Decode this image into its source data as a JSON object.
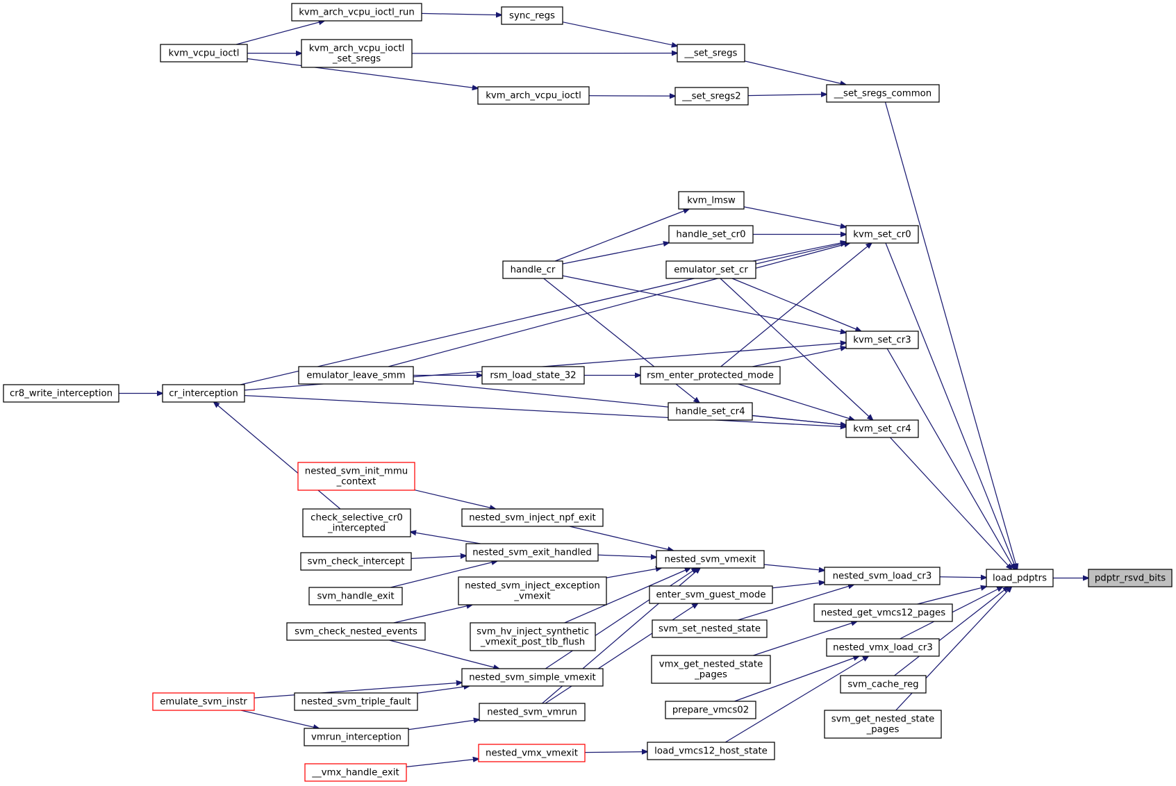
{
  "graph": {
    "colors": {
      "edge": "#191970",
      "border": "#000000",
      "truncated_border": "#ff0000",
      "focus_fill": "#bfbfbf",
      "background": "#ffffff"
    },
    "focus_node": "pdptr_rsvd_bits",
    "nodes": [
      {
        "id": "pdptr_rsvd_bits",
        "lines": [
          "pdptr_rsvd_bits"
        ],
        "style": "focus"
      },
      {
        "id": "load_pdptrs",
        "lines": [
          "load_pdptrs"
        ],
        "style": "normal"
      },
      {
        "id": "__set_sregs_common",
        "lines": [
          "__set_sregs_common"
        ],
        "style": "normal"
      },
      {
        "id": "kvm_set_cr0",
        "lines": [
          "kvm_set_cr0"
        ],
        "style": "normal"
      },
      {
        "id": "kvm_set_cr3",
        "lines": [
          "kvm_set_cr3"
        ],
        "style": "normal"
      },
      {
        "id": "kvm_set_cr4",
        "lines": [
          "kvm_set_cr4"
        ],
        "style": "normal"
      },
      {
        "id": "nested_svm_load_cr3",
        "lines": [
          "nested_svm_load_cr3"
        ],
        "style": "normal"
      },
      {
        "id": "nested_get_vmcs12_pages",
        "lines": [
          "nested_get_vmcs12_pages"
        ],
        "style": "normal"
      },
      {
        "id": "nested_vmx_load_cr3",
        "lines": [
          "nested_vmx_load_cr3"
        ],
        "style": "normal"
      },
      {
        "id": "svm_cache_reg",
        "lines": [
          "svm_cache_reg"
        ],
        "style": "normal"
      },
      {
        "id": "svm_get_nested_state_pages",
        "lines": [
          "svm_get_nested_state",
          "_pages"
        ],
        "style": "normal"
      },
      {
        "id": "__set_sregs",
        "lines": [
          "__set_sregs"
        ],
        "style": "normal"
      },
      {
        "id": "__set_sregs2",
        "lines": [
          "__set_sregs2"
        ],
        "style": "normal"
      },
      {
        "id": "sync_regs",
        "lines": [
          "sync_regs"
        ],
        "style": "normal"
      },
      {
        "id": "kvm_arch_vcpu_ioctl_run",
        "lines": [
          "kvm_arch_vcpu_ioctl_run"
        ],
        "style": "normal"
      },
      {
        "id": "kvm_arch_vcpu_ioctl_set_sregs",
        "lines": [
          "kvm_arch_vcpu_ioctl",
          "_set_sregs"
        ],
        "style": "normal"
      },
      {
        "id": "kvm_arch_vcpu_ioctl",
        "lines": [
          "kvm_arch_vcpu_ioctl"
        ],
        "style": "normal"
      },
      {
        "id": "kvm_vcpu_ioctl",
        "lines": [
          "kvm_vcpu_ioctl"
        ],
        "style": "normal"
      },
      {
        "id": "kvm_lmsw",
        "lines": [
          "kvm_lmsw"
        ],
        "style": "normal"
      },
      {
        "id": "handle_set_cr0",
        "lines": [
          "handle_set_cr0"
        ],
        "style": "normal"
      },
      {
        "id": "emulator_set_cr",
        "lines": [
          "emulator_set_cr"
        ],
        "style": "normal"
      },
      {
        "id": "handle_cr",
        "lines": [
          "handle_cr"
        ],
        "style": "normal"
      },
      {
        "id": "rsm_enter_protected_mode",
        "lines": [
          "rsm_enter_protected_mode"
        ],
        "style": "normal"
      },
      {
        "id": "rsm_load_state_32",
        "lines": [
          "rsm_load_state_32"
        ],
        "style": "normal"
      },
      {
        "id": "emulator_leave_smm",
        "lines": [
          "emulator_leave_smm"
        ],
        "style": "normal"
      },
      {
        "id": "handle_set_cr4",
        "lines": [
          "handle_set_cr4"
        ],
        "style": "normal"
      },
      {
        "id": "cr_interception",
        "lines": [
          "cr_interception"
        ],
        "style": "normal"
      },
      {
        "id": "cr8_write_interception",
        "lines": [
          "cr8_write_interception"
        ],
        "style": "normal"
      },
      {
        "id": "check_selective_cr0_intercepted",
        "lines": [
          "check_selective_cr0",
          "_intercepted"
        ],
        "style": "normal"
      },
      {
        "id": "nested_svm_init_mmu_context",
        "lines": [
          "nested_svm_init_mmu",
          "_context"
        ],
        "style": "red"
      },
      {
        "id": "nested_svm_inject_npf_exit",
        "lines": [
          "nested_svm_inject_npf_exit"
        ],
        "style": "normal"
      },
      {
        "id": "nested_svm_exit_handled",
        "lines": [
          "nested_svm_exit_handled"
        ],
        "style": "normal"
      },
      {
        "id": "svm_check_intercept",
        "lines": [
          "svm_check_intercept"
        ],
        "style": "normal"
      },
      {
        "id": "svm_handle_exit",
        "lines": [
          "svm_handle_exit"
        ],
        "style": "normal"
      },
      {
        "id": "nested_svm_vmexit",
        "lines": [
          "nested_svm_vmexit"
        ],
        "style": "normal"
      },
      {
        "id": "nested_svm_inject_exception_vmexit",
        "lines": [
          "nested_svm_inject_exception",
          "_vmexit"
        ],
        "style": "normal"
      },
      {
        "id": "svm_check_nested_events",
        "lines": [
          "svm_check_nested_events"
        ],
        "style": "normal"
      },
      {
        "id": "svm_hv_inject_synthetic_vmexit_post_tlb_flush",
        "lines": [
          "svm_hv_inject_synthetic",
          "_vmexit_post_tlb_flush"
        ],
        "style": "normal"
      },
      {
        "id": "nested_svm_simple_vmexit",
        "lines": [
          "nested_svm_simple_vmexit"
        ],
        "style": "normal"
      },
      {
        "id": "emulate_svm_instr",
        "lines": [
          "emulate_svm_instr"
        ],
        "style": "red"
      },
      {
        "id": "nested_svm_triple_fault",
        "lines": [
          "nested_svm_triple_fault"
        ],
        "style": "normal"
      },
      {
        "id": "nested_svm_vmrun",
        "lines": [
          "nested_svm_vmrun"
        ],
        "style": "normal"
      },
      {
        "id": "vmrun_interception",
        "lines": [
          "vmrun_interception"
        ],
        "style": "normal"
      },
      {
        "id": "enter_svm_guest_mode",
        "lines": [
          "enter_svm_guest_mode"
        ],
        "style": "normal"
      },
      {
        "id": "svm_set_nested_state",
        "lines": [
          "svm_set_nested_state"
        ],
        "style": "normal"
      },
      {
        "id": "vmx_get_nested_state_pages",
        "lines": [
          "vmx_get_nested_state",
          "_pages"
        ],
        "style": "normal"
      },
      {
        "id": "prepare_vmcs02",
        "lines": [
          "prepare_vmcs02"
        ],
        "style": "normal"
      },
      {
        "id": "load_vmcs12_host_state",
        "lines": [
          "load_vmcs12_host_state"
        ],
        "style": "normal"
      },
      {
        "id": "nested_vmx_vmexit",
        "lines": [
          "nested_vmx_vmexit"
        ],
        "style": "red"
      },
      {
        "id": "__vmx_handle_exit",
        "lines": [
          "__vmx_handle_exit"
        ],
        "style": "red"
      }
    ],
    "edges": [
      [
        "load_pdptrs",
        "pdptr_rsvd_bits"
      ],
      [
        "__set_sregs_common",
        "load_pdptrs"
      ],
      [
        "kvm_set_cr0",
        "load_pdptrs"
      ],
      [
        "kvm_set_cr3",
        "load_pdptrs"
      ],
      [
        "kvm_set_cr4",
        "load_pdptrs"
      ],
      [
        "nested_svm_load_cr3",
        "load_pdptrs"
      ],
      [
        "nested_get_vmcs12_pages",
        "load_pdptrs"
      ],
      [
        "nested_vmx_load_cr3",
        "load_pdptrs"
      ],
      [
        "svm_cache_reg",
        "load_pdptrs"
      ],
      [
        "svm_get_nested_state_pages",
        "load_pdptrs"
      ],
      [
        "__set_sregs",
        "__set_sregs_common"
      ],
      [
        "__set_sregs2",
        "__set_sregs_common"
      ],
      [
        "sync_regs",
        "__set_sregs"
      ],
      [
        "kvm_arch_vcpu_ioctl_set_sregs",
        "__set_sregs"
      ],
      [
        "kvm_arch_vcpu_ioctl_run",
        "sync_regs"
      ],
      [
        "kvm_vcpu_ioctl",
        "kvm_arch_vcpu_ioctl_run"
      ],
      [
        "kvm_vcpu_ioctl",
        "kvm_arch_vcpu_ioctl_set_sregs"
      ],
      [
        "kvm_vcpu_ioctl",
        "kvm_arch_vcpu_ioctl"
      ],
      [
        "kvm_arch_vcpu_ioctl",
        "__set_sregs2"
      ],
      [
        "kvm_lmsw",
        "kvm_set_cr0"
      ],
      [
        "handle_set_cr0",
        "kvm_set_cr0"
      ],
      [
        "emulator_set_cr",
        "kvm_set_cr0"
      ],
      [
        "rsm_enter_protected_mode",
        "kvm_set_cr0"
      ],
      [
        "cr_interception",
        "kvm_set_cr0"
      ],
      [
        "emulator_leave_smm",
        "kvm_set_cr0"
      ],
      [
        "handle_cr",
        "kvm_lmsw"
      ],
      [
        "handle_cr",
        "handle_set_cr0"
      ],
      [
        "handle_cr",
        "kvm_set_cr3"
      ],
      [
        "handle_cr",
        "handle_set_cr4"
      ],
      [
        "emulator_set_cr",
        "kvm_set_cr3"
      ],
      [
        "emulator_set_cr",
        "kvm_set_cr4"
      ],
      [
        "rsm_enter_protected_mode",
        "kvm_set_cr3"
      ],
      [
        "rsm_enter_protected_mode",
        "kvm_set_cr4"
      ],
      [
        "cr_interception",
        "kvm_set_cr3"
      ],
      [
        "cr_interception",
        "kvm_set_cr4"
      ],
      [
        "emulator_leave_smm",
        "rsm_load_state_32"
      ],
      [
        "emulator_leave_smm",
        "kvm_set_cr4"
      ],
      [
        "rsm_load_state_32",
        "rsm_enter_protected_mode"
      ],
      [
        "handle_set_cr4",
        "kvm_set_cr4"
      ],
      [
        "cr8_write_interception",
        "cr_interception"
      ],
      [
        "check_selective_cr0_intercepted",
        "cr_interception"
      ],
      [
        "nested_svm_exit_handled",
        "check_selective_cr0_intercepted"
      ],
      [
        "nested_svm_init_mmu_context",
        "nested_svm_inject_npf_exit"
      ],
      [
        "nested_svm_inject_npf_exit",
        "nested_svm_vmexit"
      ],
      [
        "nested_svm_exit_handled",
        "nested_svm_vmexit"
      ],
      [
        "svm_check_intercept",
        "nested_svm_exit_handled"
      ],
      [
        "svm_handle_exit",
        "nested_svm_exit_handled"
      ],
      [
        "nested_svm_vmexit",
        "nested_svm_load_cr3"
      ],
      [
        "enter_svm_guest_mode",
        "nested_svm_load_cr3"
      ],
      [
        "svm_set_nested_state",
        "nested_svm_load_cr3"
      ],
      [
        "nested_svm_inject_exception_vmexit",
        "nested_svm_vmexit"
      ],
      [
        "svm_check_nested_events",
        "nested_svm_inject_exception_vmexit"
      ],
      [
        "svm_check_nested_events",
        "nested_svm_simple_vmexit"
      ],
      [
        "svm_hv_inject_synthetic_vmexit_post_tlb_flush",
        "nested_svm_vmexit"
      ],
      [
        "nested_svm_simple_vmexit",
        "nested_svm_vmexit"
      ],
      [
        "emulate_svm_instr",
        "nested_svm_simple_vmexit"
      ],
      [
        "nested_svm_triple_fault",
        "nested_svm_simple_vmexit"
      ],
      [
        "nested_svm_vmrun",
        "nested_svm_vmexit"
      ],
      [
        "nested_svm_vmrun",
        "enter_svm_guest_mode"
      ],
      [
        "emulate_svm_instr",
        "vmrun_interception"
      ],
      [
        "vmrun_interception",
        "nested_svm_vmrun"
      ],
      [
        "vmx_get_nested_state_pages",
        "nested_get_vmcs12_pages"
      ],
      [
        "prepare_vmcs02",
        "nested_vmx_load_cr3"
      ],
      [
        "load_vmcs12_host_state",
        "nested_vmx_load_cr3"
      ],
      [
        "nested_vmx_vmexit",
        "load_vmcs12_host_state"
      ],
      [
        "__vmx_handle_exit",
        "nested_vmx_vmexit"
      ]
    ]
  }
}
